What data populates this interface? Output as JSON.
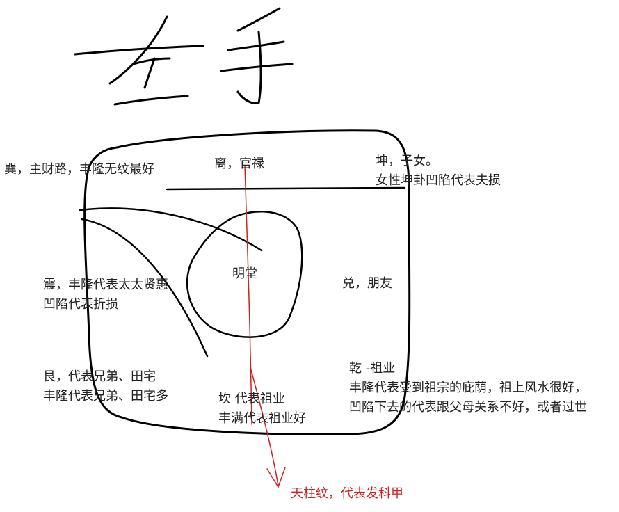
{
  "title": "左手",
  "colors": {
    "ink": "#000000",
    "text": "#222222",
    "accent": "#cc2222"
  },
  "palaces": {
    "xun": "巽，主财路，丰隆无纹最好",
    "li": "离，官禄",
    "kun_1": "坤，子女。",
    "kun_2": "女性坤卦凹陷代表夫损",
    "mingtang": "明堂",
    "zhen_1": "震，丰隆代表太太贤惠",
    "zhen_2": "凹陷代表折损",
    "dui": "兑，朋友",
    "gen_1": "艮，代表兄弟、田宅",
    "gen_2": "丰隆代表兄弟、田宅多",
    "kan_1": "坎  代表祖业",
    "kan_2": "丰满代表祖业好",
    "qian_1": "乾  -祖业",
    "qian_2": "丰隆代表受到祖宗的庇荫，祖上风水很好，",
    "qian_3": "凹陷下去的代表跟父母关系不好，或者过世"
  },
  "tianzhu_label": "天柱纹，代表发科甲"
}
